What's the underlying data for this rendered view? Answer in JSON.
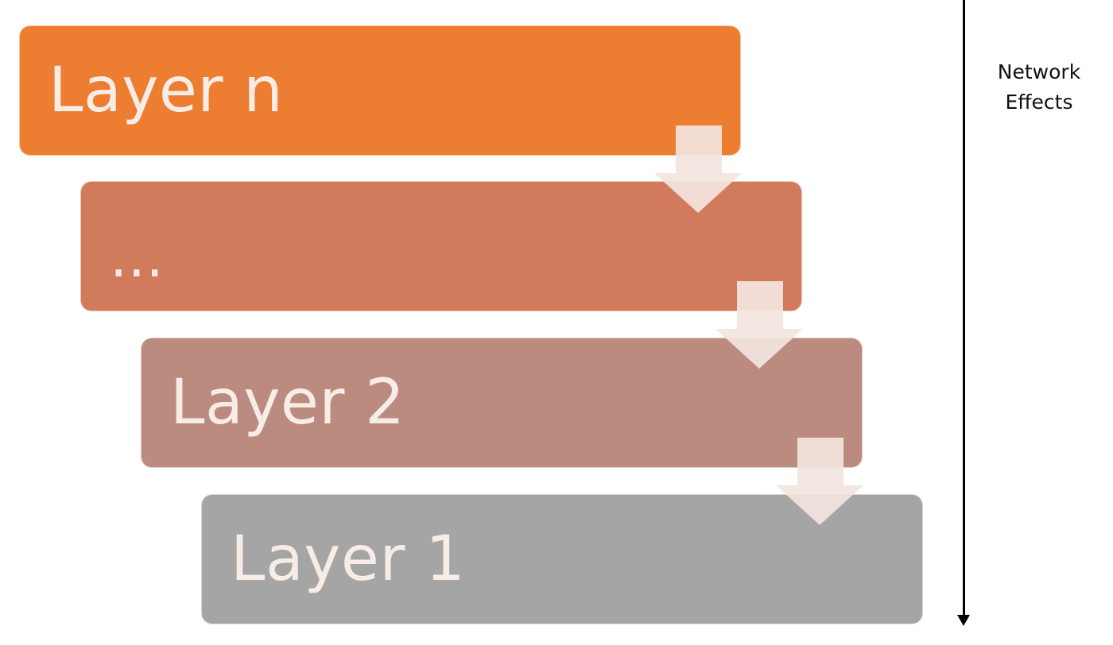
{
  "layers": [
    {
      "label": "Layer n",
      "color": "#ed7d31"
    },
    {
      "label": "...",
      "color": "#d27a5c"
    },
    {
      "label": "Layer 2",
      "color": "#bb8b80"
    },
    {
      "label": "Layer 1",
      "color": "#a5a5a5"
    }
  ],
  "axis": {
    "label_line1": "Network",
    "label_line2": "Effects",
    "color": "#000000"
  },
  "arrow_color": "#f3e5df"
}
